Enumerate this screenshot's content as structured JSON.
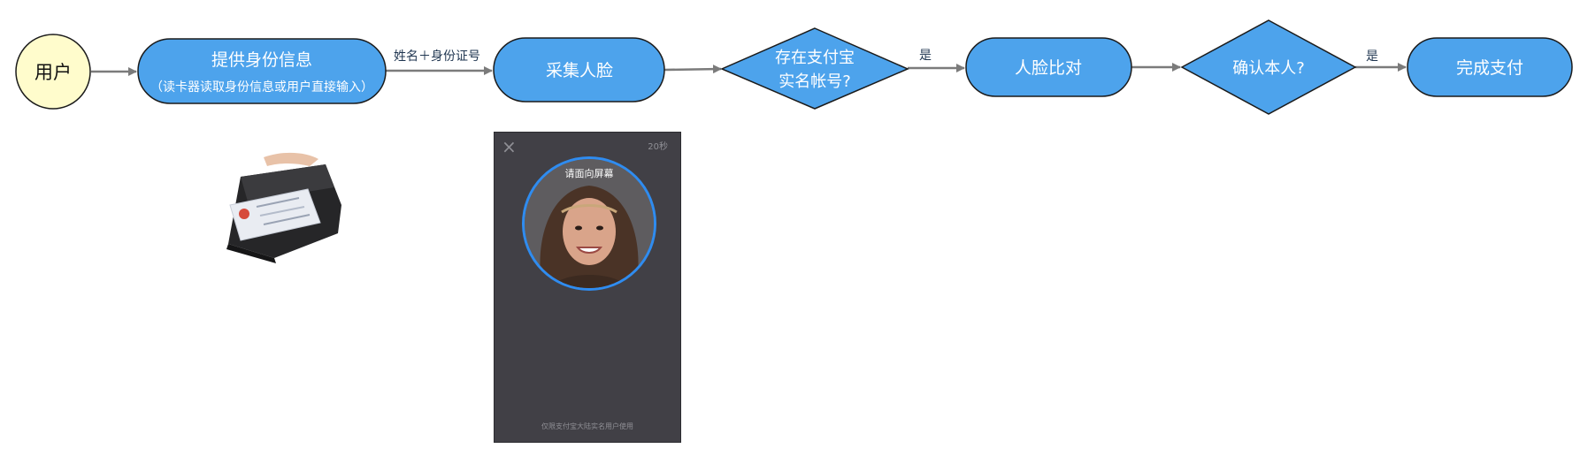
{
  "nodes": {
    "user": "用户",
    "provide_id": "提供身份信息",
    "provide_id_sub": "（读卡器读取身份信息或用户直接输入）",
    "collect_face": "采集人脸",
    "has_account_1": "存在支付宝",
    "has_account_2": "实名帐号?",
    "face_compare": "人脸比对",
    "confirm_self": "确认本人?",
    "complete_pay": "完成支付"
  },
  "edges": {
    "name_id": "姓名＋身份证号",
    "yes_1": "是",
    "yes_2": "是"
  },
  "phone": {
    "close": "×",
    "timer": "20秒",
    "prompt": "请面向屏幕",
    "footer": "仅限支付宝大陆实名用户使用"
  },
  "colors": {
    "node_fill": "#4da3ec",
    "user_fill": "#fffccc",
    "stroke": "#1b1b1b",
    "arrow": "#7b7b7b",
    "face_ring": "#2f8cf0"
  }
}
